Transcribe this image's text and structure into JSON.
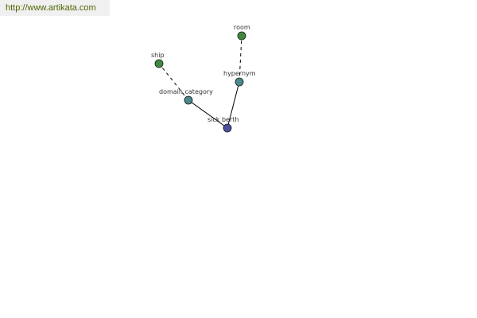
{
  "header": {
    "url": "http://www.artikata.com"
  },
  "colors": {
    "focus_node": "#4f4f9f",
    "relation_node": "#4a8a8c",
    "term_node": "#3f8a3f",
    "edge": "#000000",
    "url_text": "#4c6600"
  },
  "nodes": [
    {
      "id": "sick_berth",
      "label": "sick berth",
      "kind": "focus"
    },
    {
      "id": "domain_category",
      "label": "domain category",
      "kind": "relation"
    },
    {
      "id": "hypernym",
      "label": "hypernym",
      "kind": "relation"
    },
    {
      "id": "ship",
      "label": "ship",
      "kind": "term"
    },
    {
      "id": "room",
      "label": "room",
      "kind": "term"
    }
  ],
  "edges": [
    {
      "from": "sick_berth",
      "to": "domain_category",
      "style": "solid"
    },
    {
      "from": "sick_berth",
      "to": "hypernym",
      "style": "solid"
    },
    {
      "from": "domain_category",
      "to": "ship",
      "style": "dashed"
    },
    {
      "from": "hypernym",
      "to": "room",
      "style": "dashed"
    }
  ]
}
